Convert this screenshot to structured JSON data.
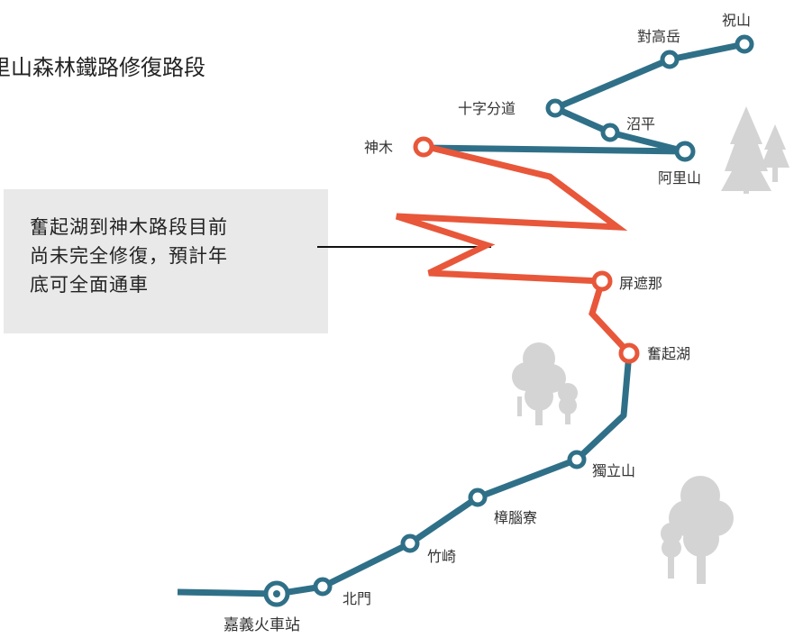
{
  "title": "里山森林鐵路修復路段",
  "note": "奮起湖到神木路段目前\n尚未完全修復，預計年\n底可全面通車",
  "colors": {
    "operational": "#2f7088",
    "damaged": "#e8573a",
    "tree": "#d4d4d4",
    "note_bg": "#e9e9e9"
  },
  "stations": {
    "chiayi": "嘉義火車站",
    "beimen": "北門",
    "zhuqi": "竹崎",
    "zhangnaoliao": "樟腦寮",
    "dulishan": "獨立山",
    "fenqihu": "奮起湖",
    "pingzhena": "屏遮那",
    "shenmu": "神木",
    "alishan": "阿里山",
    "zhaoping": "沼平",
    "shizifendao": "十字分道",
    "duigaoyue": "對高岳",
    "zhushan": "祝山"
  }
}
